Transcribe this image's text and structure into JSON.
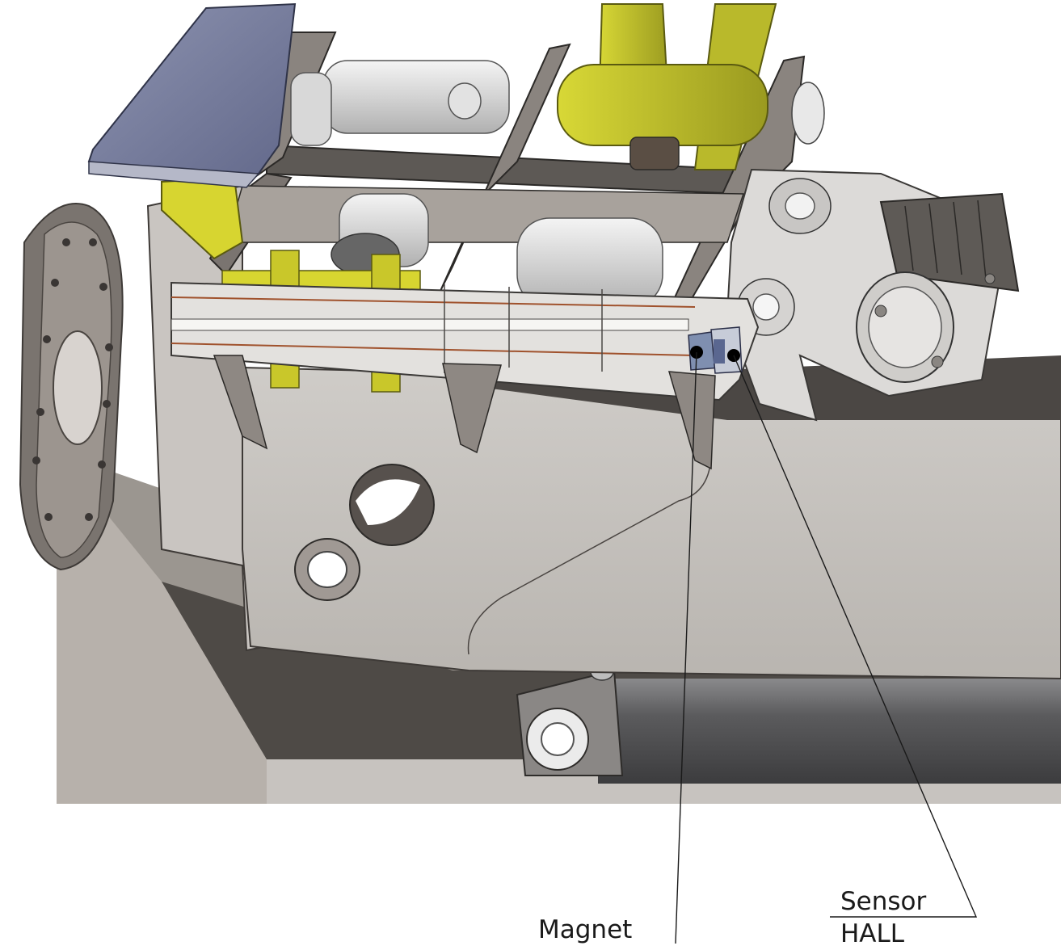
{
  "labels": {
    "sensor_line1": "Sensor",
    "sensor_line2": "HALL",
    "magnet": "Magnet"
  }
}
